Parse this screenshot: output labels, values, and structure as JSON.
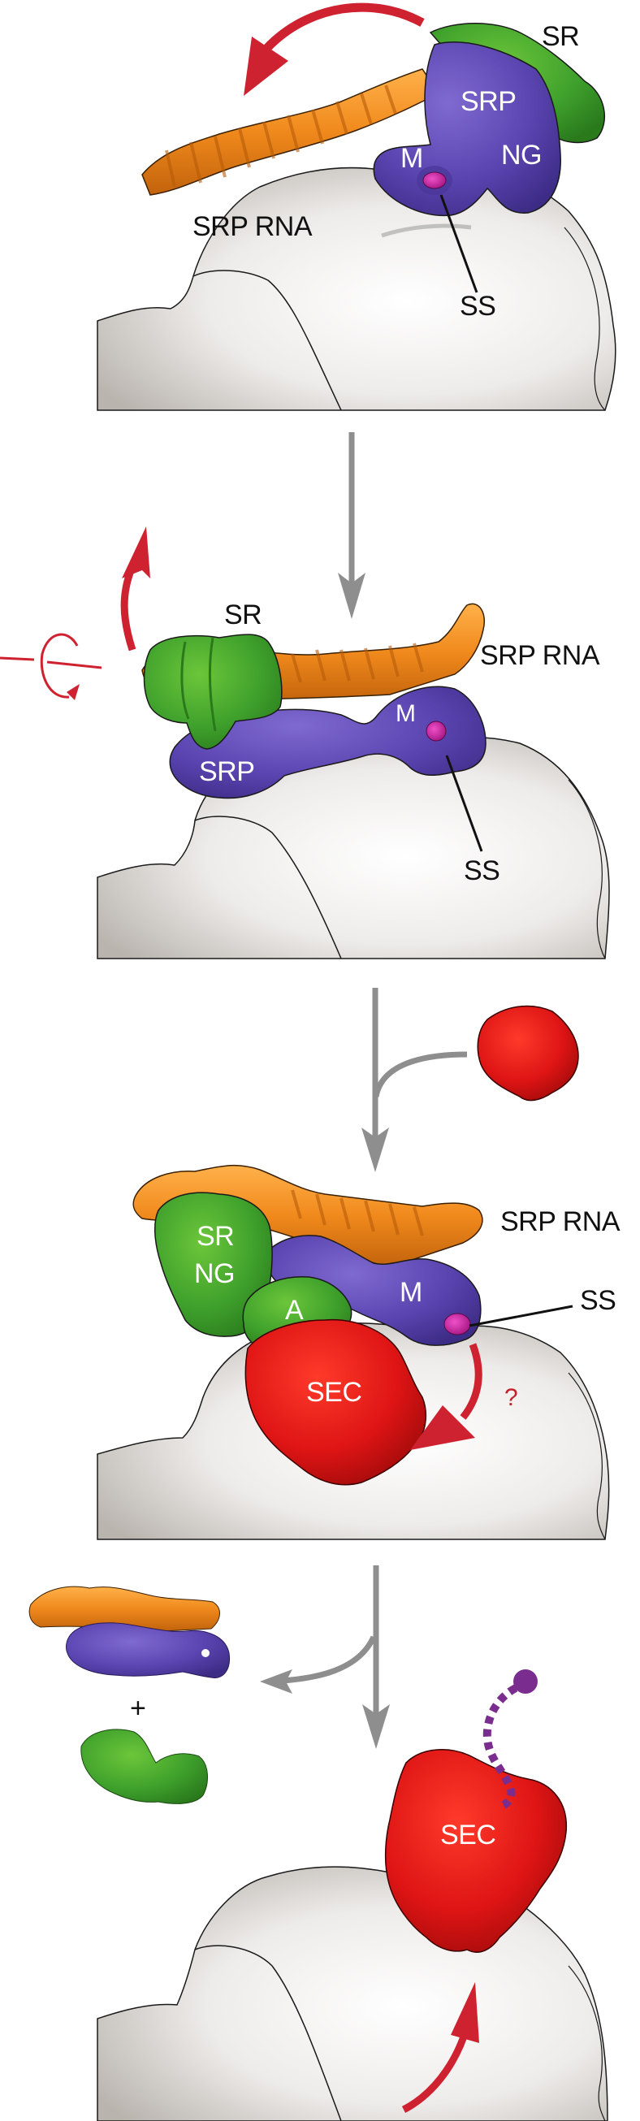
{
  "figure": {
    "type": "schematic of co-translational targeting pathway",
    "colors": {
      "ribosome": "#e9e7e4",
      "ribosome_shade": "#b6b1ab",
      "srp_protein": "#5a44b0",
      "srp_rna": "#f0891c",
      "sr_receptor": "#3fa12c",
      "sec_translocon": "#dd1414",
      "signal_sequence": "#c21a9a",
      "motion_arrow": "#cf2230",
      "step_arrow": "#8e8e8e",
      "nascent_chain": "#7a2d8e",
      "outline": "#1a1a1a"
    },
    "panels": [
      {
        "id": 1,
        "labels": {
          "sr": "SR",
          "srp": "SRP",
          "ng": "NG",
          "m": "M",
          "srp_rna": "SRP RNA",
          "ss": "SS"
        },
        "arrows": [
          "curved-rotation-arrow-left"
        ]
      },
      {
        "id": 2,
        "labels": {
          "sr": "SR",
          "srp_rna": "SRP RNA",
          "srp": "SRP",
          "m": "M",
          "ss": "SS"
        },
        "arrows": [
          "step-arrow-down",
          "curved-arrow-up",
          "rotation-axis-symbol"
        ]
      },
      {
        "id": 3,
        "labels": {
          "srp_rna": "SRP RNA",
          "sr": "SR",
          "ng": "NG",
          "a": "A",
          "m": "M",
          "ss": "SS",
          "sec": "SEC",
          "question": "?"
        },
        "arrows": [
          "step-arrow-down-with-sec-joining",
          "curved-arrow-down-uncertain"
        ]
      },
      {
        "id": 4,
        "labels": {
          "plus": "+",
          "sec": "SEC"
        },
        "arrows": [
          "step-arrow-down-with-release-left",
          "curved-arrow-up"
        ]
      }
    ]
  }
}
